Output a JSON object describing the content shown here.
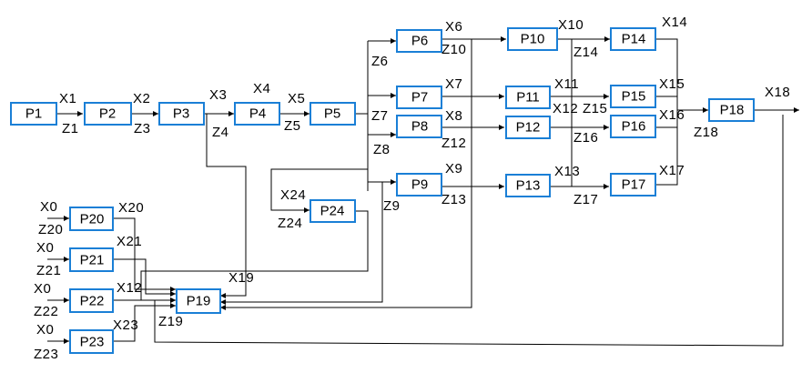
{
  "diagram": {
    "colors": {
      "box_border": "#1a7fd6",
      "line": "#000000",
      "text": "#000000",
      "background": "#ffffff"
    },
    "boxes": {
      "P1": "P1",
      "P2": "P2",
      "P3": "P3",
      "P4": "P4",
      "P5": "P5",
      "P6": "P6",
      "P7": "P7",
      "P8": "P8",
      "P9": "P9",
      "P10": "P10",
      "P11": "P11",
      "P12": "P12",
      "P13": "P13",
      "P14": "P14",
      "P15": "P15",
      "P16": "P16",
      "P17": "P17",
      "P18": "P18",
      "P19": "P19",
      "P20": "P20",
      "P21": "P21",
      "P22": "P22",
      "P23": "P23",
      "P24": "P24"
    },
    "labels": {
      "X1": "X1",
      "Z1": "Z1",
      "X2": "X2",
      "Z3": "Z3",
      "X3": "X3",
      "Z4": "Z4",
      "X4": "X4",
      "X5": "X5",
      "Z5": "Z5",
      "Z6": "Z6",
      "Z7": "Z7",
      "Z8": "Z8",
      "Z9": "Z9",
      "X6": "X6",
      "Z10": "Z10",
      "X7": "X7",
      "X8": "X8",
      "Z12": "Z12",
      "X9": "X9",
      "Z13": "Z13",
      "X10": "X10",
      "Z14": "Z14",
      "X11": "X11",
      "X12": "X12",
      "Z15": "Z15",
      "Z16": "Z16",
      "X13": "X13",
      "Z17": "Z17",
      "X14": "X14",
      "X15": "X15",
      "X16": "X16",
      "X17": "X17",
      "X18": "X18",
      "Z18": "Z18",
      "X24": "X24",
      "Z24": "Z24",
      "X19": "X19",
      "Z19": "Z19",
      "X20": "X20",
      "X21": "X21",
      "X23": "X23",
      "X0a": "X0",
      "X0b": "X0",
      "X0c": "X0",
      "X0d": "X0",
      "Z20": "Z20",
      "Z21": "Z21",
      "Z22": "Z22",
      "Z23": "Z23",
      "X12b": "X12"
    }
  }
}
